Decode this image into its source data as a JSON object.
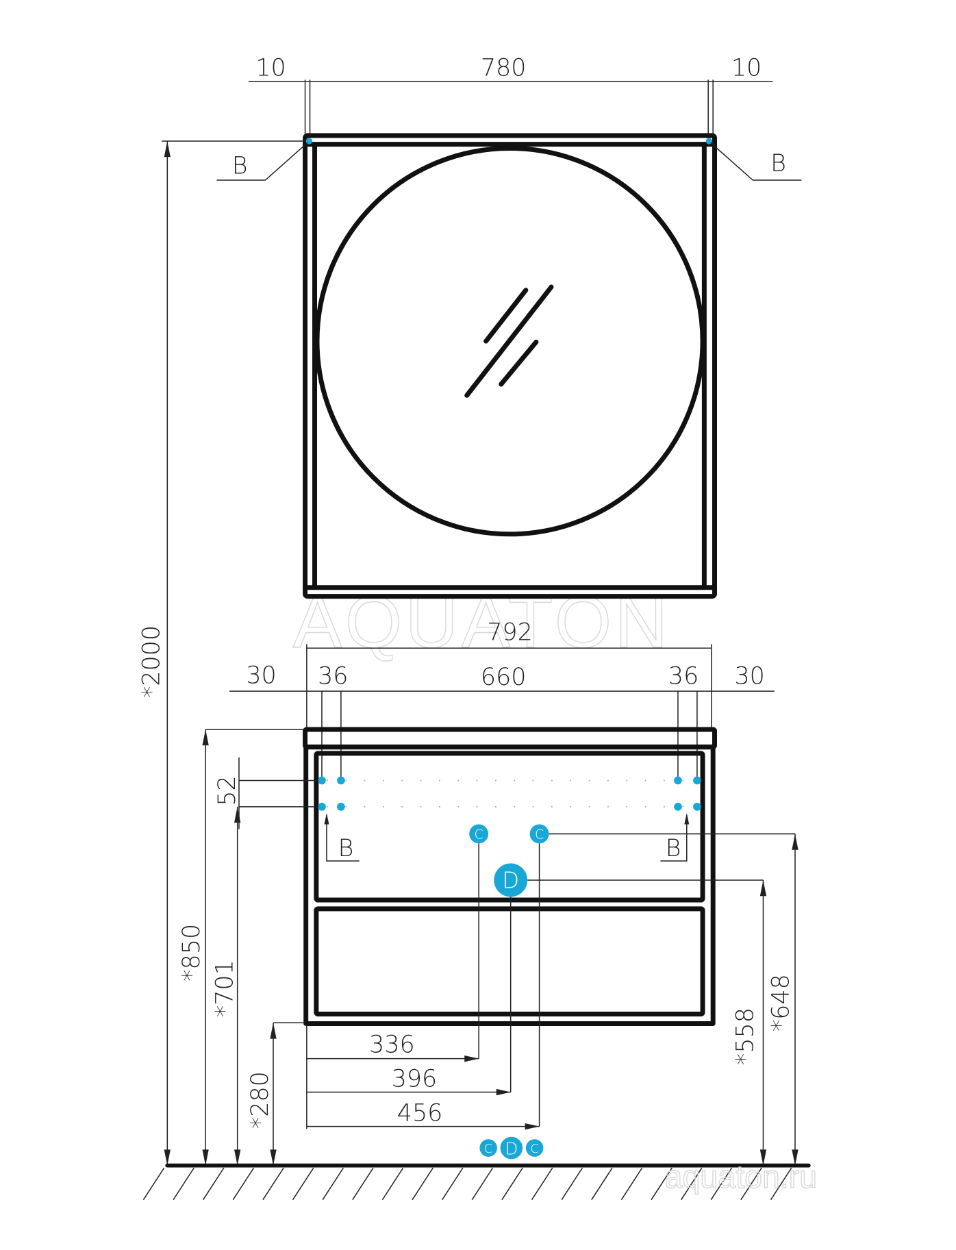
{
  "mirror": {
    "width_dims": {
      "left_offset": "10",
      "width": "780",
      "right_offset": "10"
    },
    "mount_label_left": "B",
    "mount_label_right": "B"
  },
  "overall_height": "*2000",
  "cabinet": {
    "width": "792",
    "top_dims": {
      "left_overhang": "30",
      "left_inset": "36",
      "hole_span": "660",
      "right_inset": "36",
      "right_overhang": "30"
    },
    "hole_spacing": "52",
    "mount_label_left": "B",
    "mount_label_right": "B",
    "height_top": "*850",
    "height_holes": "*701",
    "height_bottom": "*280",
    "offsets": {
      "c1": "336",
      "d": "396",
      "c2": "456"
    },
    "drain_height": "*558",
    "water_height": "*648"
  },
  "markers": {
    "cold": "C",
    "drain": "D",
    "hot": "C"
  },
  "watermarks": {
    "logo": "AQUATON",
    "site": "aquaton.ru"
  },
  "colors": {
    "marker": "#19a7d6",
    "line": "#111111"
  }
}
